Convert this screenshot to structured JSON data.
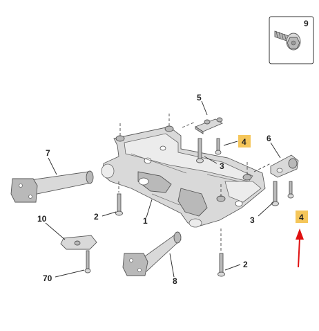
{
  "inset": {
    "label": "9",
    "icon": "bolt-with-washer-icon"
  },
  "callouts": [
    {
      "id": "c5",
      "text": "5"
    },
    {
      "id": "c4a",
      "text": "4"
    },
    {
      "id": "c6",
      "text": "6"
    },
    {
      "id": "c7",
      "text": "7"
    },
    {
      "id": "c3a",
      "text": "3"
    },
    {
      "id": "c2a",
      "text": "2"
    },
    {
      "id": "c1",
      "text": "1"
    },
    {
      "id": "c10",
      "text": "10"
    },
    {
      "id": "c3b",
      "text": "3"
    },
    {
      "id": "c4b",
      "text": "4"
    },
    {
      "id": "c70",
      "text": "70"
    },
    {
      "id": "c2b",
      "text": "2"
    },
    {
      "id": "c8",
      "text": "8"
    }
  ],
  "colors": {
    "highlight_badge": "#f5c65a",
    "pointer_arrow": "#e01010",
    "part_fill": "#d9d9d9",
    "outline": "#5a5a5a"
  },
  "pointer": {
    "target": "4",
    "icon": "red-arrow-icon"
  }
}
